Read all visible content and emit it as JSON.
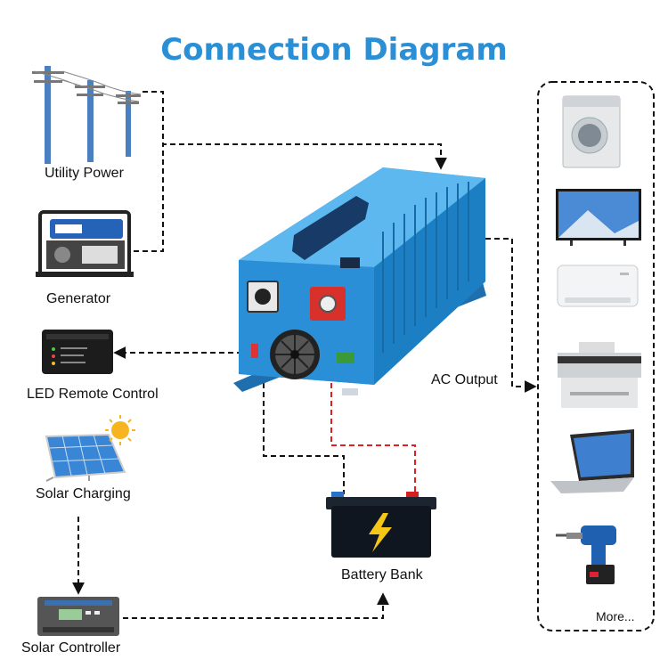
{
  "title": "Connection Diagram",
  "labels": {
    "utility_power": "Utility Power",
    "generator": "Generator",
    "led_remote": "LED Remote Control",
    "solar_charging": "Solar Charging",
    "solar_controller": "Solar Controller",
    "battery_bank": "Battery Bank",
    "ac_output": "AC Output",
    "more": "More..."
  },
  "colors": {
    "title": "#2b8fd6",
    "inverter_body": "#2e9be0",
    "dashed_line": "#111111",
    "positive_line": "#e02020"
  },
  "icons": [
    "power-lines-icon",
    "generator-icon",
    "remote-control-icon",
    "solar-panel-icon",
    "sun-icon",
    "charge-controller-icon",
    "battery-icon",
    "inverter-icon",
    "washing-machine-icon",
    "tv-icon",
    "air-conditioner-icon",
    "printer-icon",
    "laptop-icon",
    "drill-icon"
  ]
}
